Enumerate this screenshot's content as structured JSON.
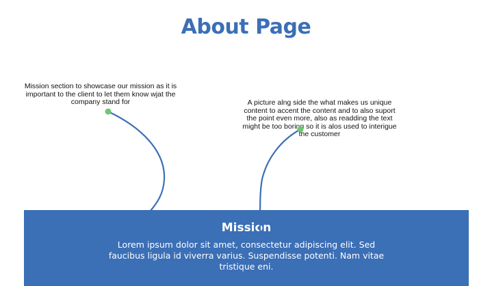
{
  "page": {
    "title": "About Page"
  },
  "annotations": {
    "mission_note": "Mission section to showcase our mission as it is important to the client to let them know wjat the company stand for",
    "picture_note": "A picture alng side the what makes us unique content to accent the content and to also suport the point even more, also as readding the text might be too boring so it is alos used to interigue the customer"
  },
  "mission": {
    "heading": "Mission",
    "body": "Lorem ipsum dolor sit amet, consectetur adipiscing elit. Sed faucibus ligula id viverra varius. Suspendisse potenti. Nam vitae tristique eni."
  },
  "colors": {
    "accent": "#3b6fb6",
    "connector_dot": "#6cc870"
  }
}
